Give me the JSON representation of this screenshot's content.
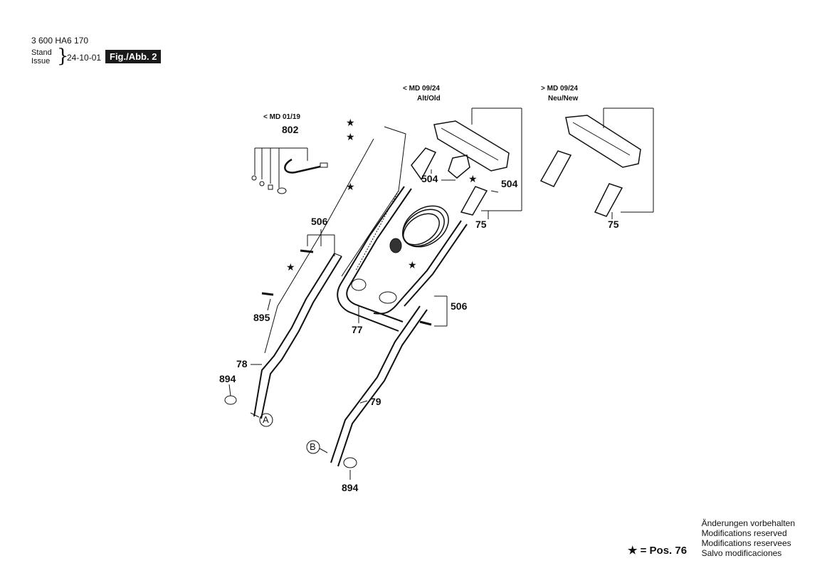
{
  "header": {
    "code": "3 600 HA6 170",
    "stand_label": "Stand",
    "issue_label": "Issue",
    "date": "24-10-01",
    "fig_label": "Fig./Abb. 2"
  },
  "captions": {
    "md_0119": "< MD 01/19",
    "md_0924_old_a": "< MD 09/24",
    "md_0924_old_b": "Alt/Old",
    "md_0924_new_a": "> MD 09/24",
    "md_0924_new_b": "Neu/New"
  },
  "parts": {
    "p802": "802",
    "p504a": "504",
    "p504b": "504",
    "p75a": "75",
    "p75b": "75",
    "p506a": "506",
    "p506b": "506",
    "p895": "895",
    "p77": "77",
    "p78": "78",
    "p79": "79",
    "p894a": "894",
    "p894b": "894",
    "refA": "A",
    "refB": "B"
  },
  "star_glyph": "★",
  "legend": {
    "text": "★ = Pos. 76"
  },
  "footer": {
    "line1": "Änderungen vorbehalten",
    "line2": "Modifications reserved",
    "line3": "Modifications reservees",
    "line4": "Salvo modificaciones"
  }
}
